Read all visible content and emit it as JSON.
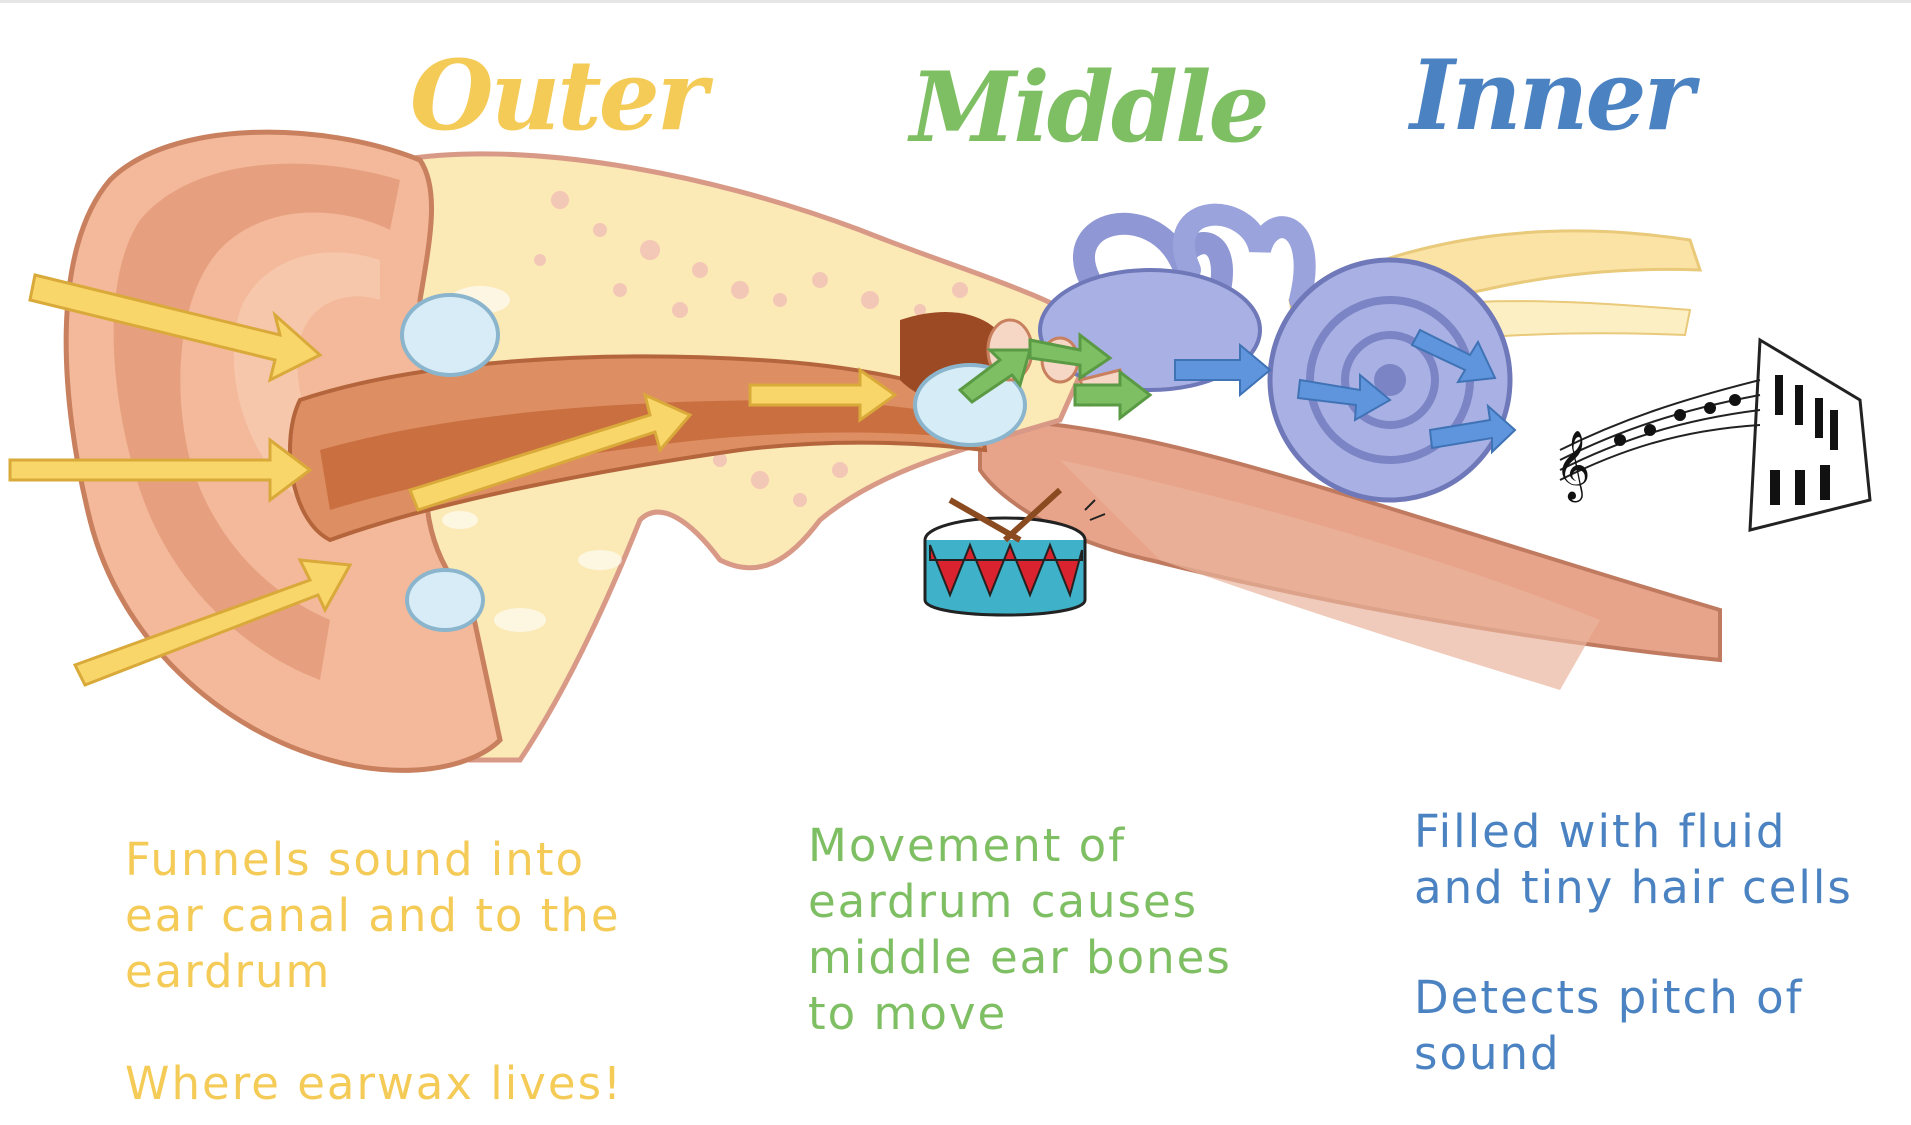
{
  "colors": {
    "outer": "#f5cb58",
    "middle": "#7fbf63",
    "inner": "#4b83c2",
    "skin": "#f3b99a",
    "skin_dark": "#e08f6c",
    "bone": "#fbe9b6",
    "canal": "#c76a3a",
    "cochlea": "#9aa3db"
  },
  "icons": {
    "drum": "drum-icon",
    "music": "music-notes-piano-icon"
  },
  "sections": {
    "outer": {
      "title": "Outer",
      "line1": "Funnels sound into",
      "line2": "ear canal and to the",
      "line3": "eardrum",
      "line4": "Where earwax lives!"
    },
    "middle": {
      "title": "Middle",
      "line1": "Movement of",
      "line2": "eardrum causes",
      "line3": "middle ear bones",
      "line4": "to move"
    },
    "inner": {
      "title": "Inner",
      "line1": "Filled with fluid",
      "line2": "and tiny hair cells",
      "line3": "Detects pitch of",
      "line4": "sound"
    }
  }
}
